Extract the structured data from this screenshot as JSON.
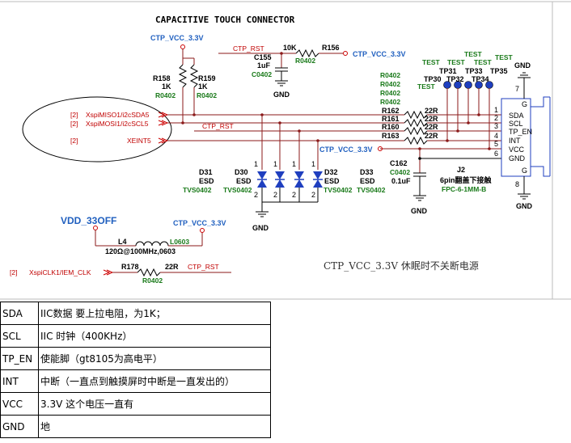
{
  "title": "CAPACITIVE TOUCH CONNECTOR",
  "note": "CTP_VCC_3.3V 休眠时不关断电源",
  "nets": {
    "ctp_vcc": "CTP_VCC_3.3V",
    "ctp_rst": "CTP_RST",
    "vdd_33off": "VDD_33OFF",
    "gnd": "GND"
  },
  "signals": [
    {
      "ref": "[2]",
      "name": "XspiMISO1/i2cSDA5"
    },
    {
      "ref": "[2]",
      "name": "XspiMOSI1/i2cSCL5"
    },
    {
      "ref": "[2]",
      "name": "XEINT5"
    },
    {
      "ref": "[2]",
      "name": "XspiCLK1/IEM_CLK"
    }
  ],
  "resistors": [
    {
      "ref": "R158",
      "value": "1K",
      "pkg": "R0402"
    },
    {
      "ref": "R159",
      "value": "1K",
      "pkg": "R0402"
    },
    {
      "ref": "R156",
      "value": "10K",
      "pkg": "R0402"
    },
    {
      "ref": "R162",
      "value": "22R",
      "pkg": "R0402"
    },
    {
      "ref": "R161",
      "value": "22R",
      "pkg": "R0402"
    },
    {
      "ref": "R160",
      "value": "22R",
      "pkg": "R0402"
    },
    {
      "ref": "R163",
      "value": "22R",
      "pkg": "R0402"
    },
    {
      "ref": "R178",
      "value": "22R",
      "pkg": "R0402"
    }
  ],
  "capacitors": [
    {
      "ref": "C155",
      "value": "1uF",
      "pkg": "C0402"
    },
    {
      "ref": "C162",
      "value": "0.1uF",
      "pkg": "C0402"
    }
  ],
  "inductor": {
    "ref": "L4",
    "value": "120Ω@100MHz,0603",
    "pkg": "L0603"
  },
  "diodes": [
    {
      "ref": "D31",
      "type": "ESD",
      "pkg": "TVS0402"
    },
    {
      "ref": "D30",
      "type": "ESD",
      "pkg": "TVS0402"
    },
    {
      "ref": "D32",
      "type": "ESD",
      "pkg": "TVS0402"
    },
    {
      "ref": "D33",
      "type": "ESD",
      "pkg": "TVS0402"
    }
  ],
  "diode_pins": {
    "top": "1",
    "bottom": "2"
  },
  "testpoints": {
    "label": "TEST",
    "refs": [
      "TP30",
      "TP31",
      "TP32",
      "TP33",
      "TP34",
      "TP35"
    ]
  },
  "connector": {
    "ref": "J2",
    "desc": "6pin翻盖下接触",
    "part": "FPC-6-1MM-B",
    "pins": [
      "SDA",
      "SCL",
      "TP_EN",
      "INT",
      "VCC",
      "GND"
    ],
    "pin_numbers": [
      "1",
      "2",
      "3",
      "4",
      "5",
      "6",
      "7",
      "8"
    ],
    "mount": "G"
  },
  "pin_table": [
    {
      "pin": "SDA",
      "desc": "IIC数据 要上拉电阻，为1K；"
    },
    {
      "pin": "SCL",
      "desc": "IIC 时钟（400KHz）"
    },
    {
      "pin": "TP_EN",
      "desc": "使能脚（gt8105为高电平）"
    },
    {
      "pin": "INT",
      "desc": "中断（一直点到触摸屏时中断是一直发出的）"
    },
    {
      "pin": "VCC",
      "desc": "3.3V 这个电压一直有"
    },
    {
      "pin": "GND",
      "desc": "地"
    }
  ]
}
